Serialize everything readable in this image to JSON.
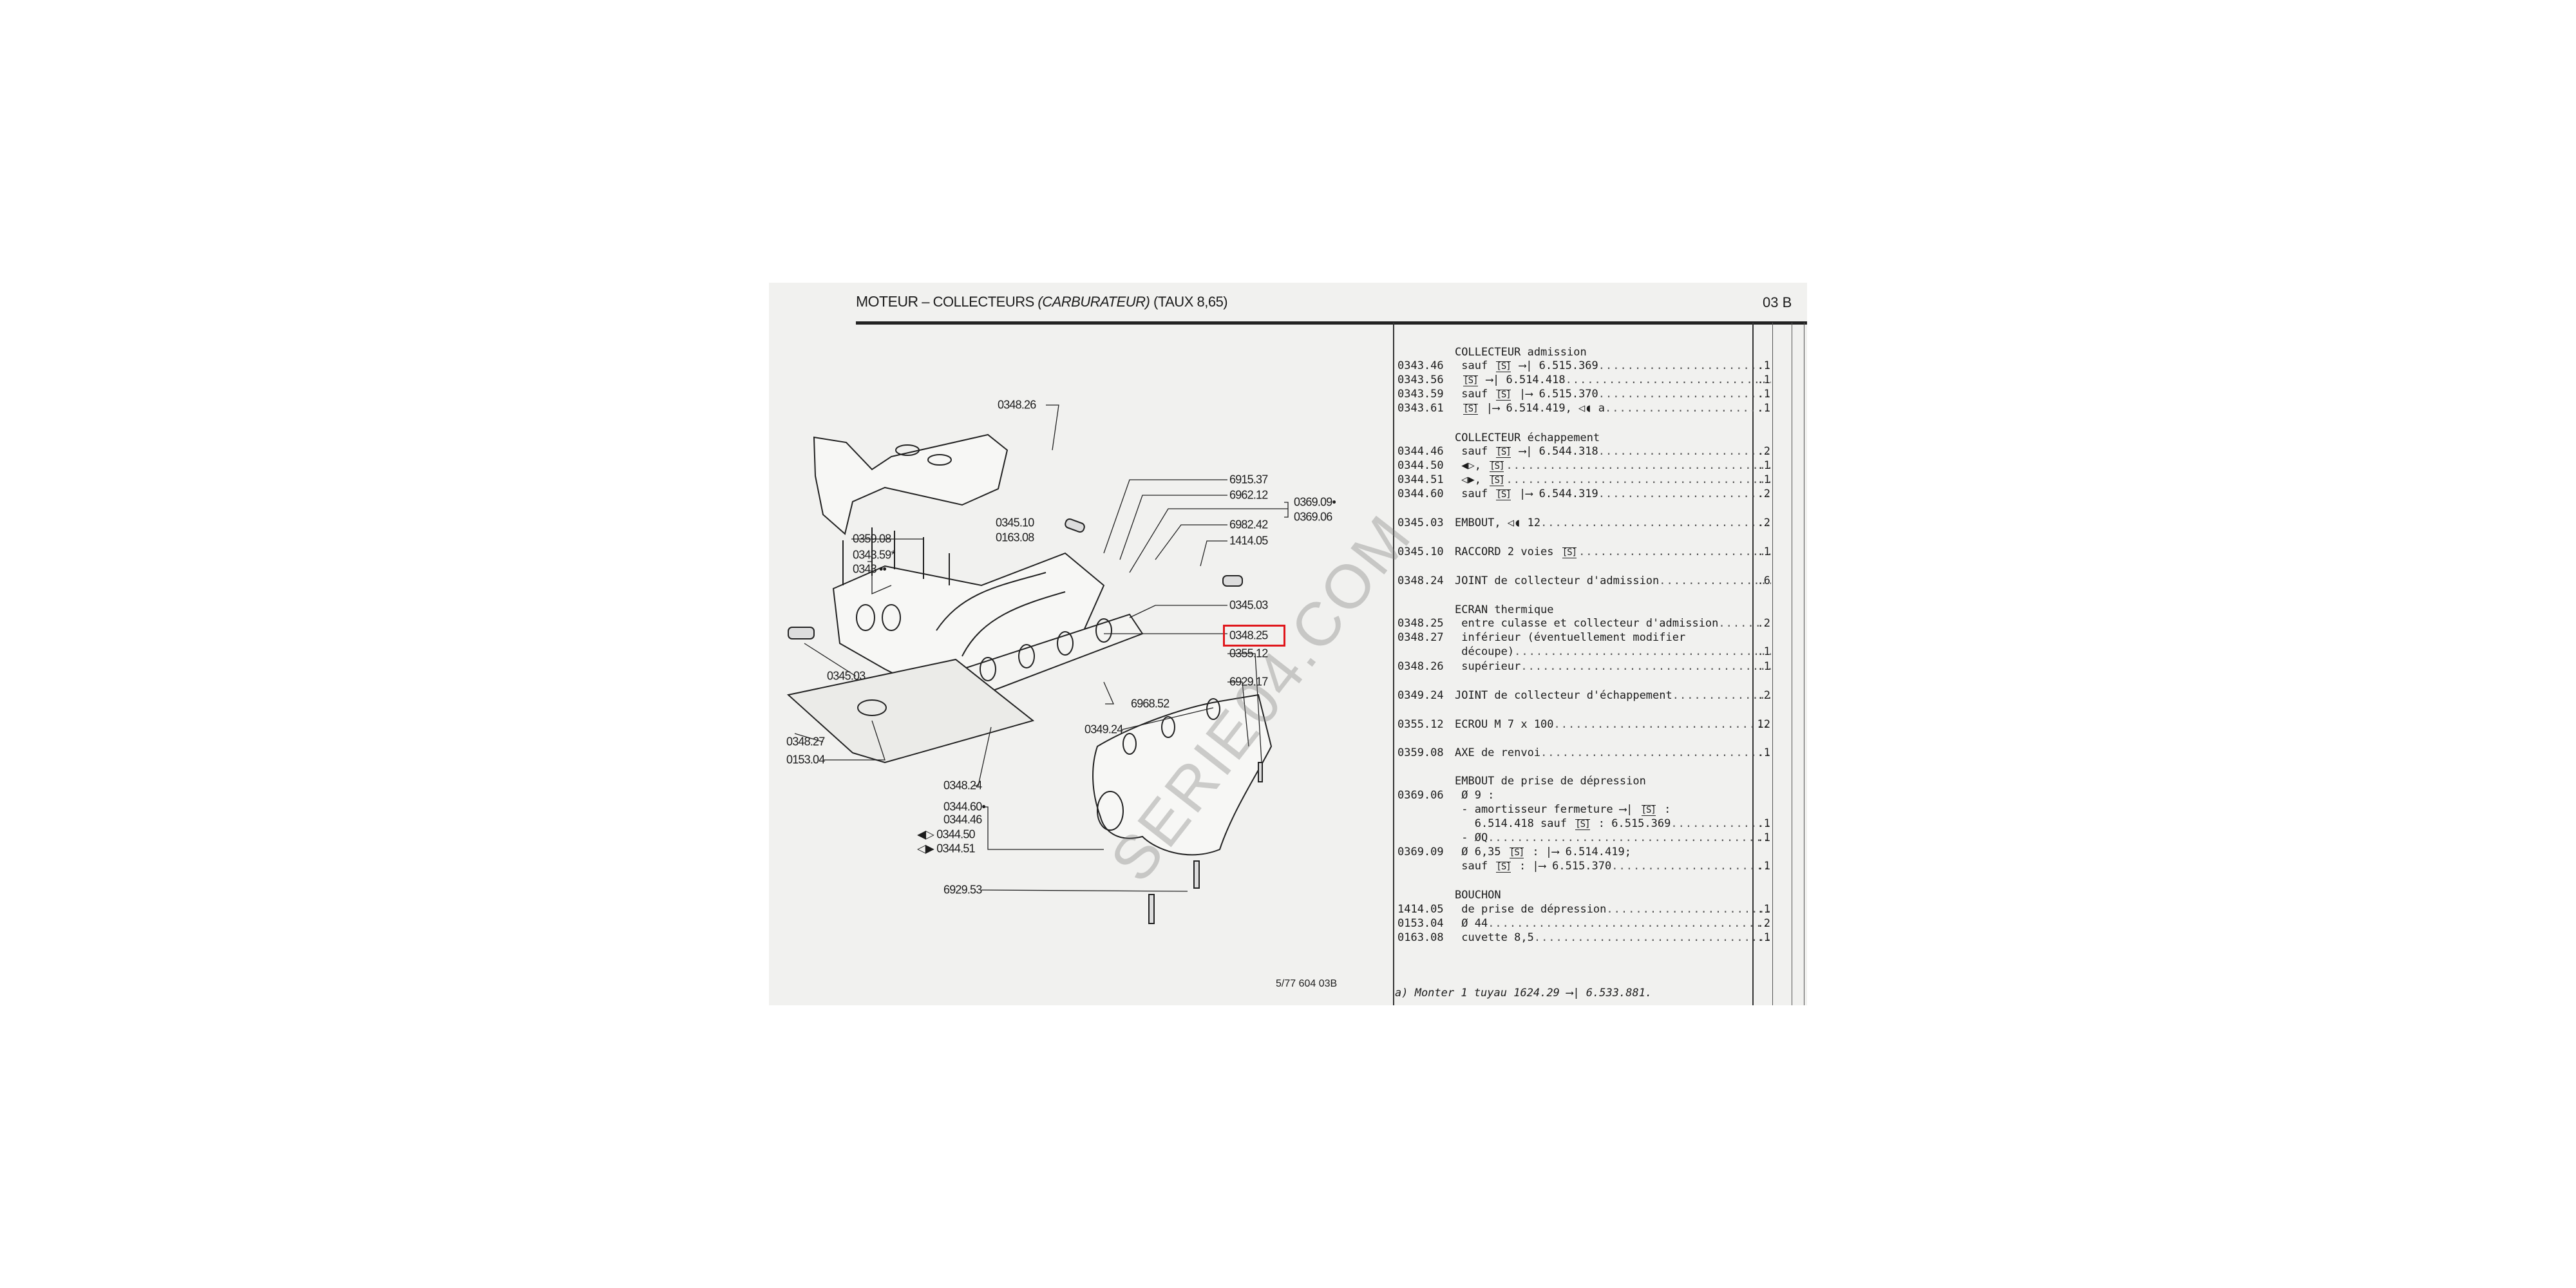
{
  "header": {
    "title_main": "MOTEUR",
    "title_dash": "–",
    "title_sub": "COLLECTEURS",
    "title_italic": "(CARBURATEUR)",
    "title_rate": "(TAUX 8,65)",
    "page_number": "03 B"
  },
  "diagram": {
    "watermark": "SERIE04.COM",
    "reference": "5/77 604  03B",
    "highlight_color": "#e0161b",
    "labels": [
      {
        "text": "0348.26"
      },
      {
        "text": "6915.37"
      },
      {
        "text": "6962.12"
      },
      {
        "text": "0369.09•"
      },
      {
        "text": "0369.06"
      },
      {
        "text": "6982.42"
      },
      {
        "text": "0345.10"
      },
      {
        "text": "0163.08"
      },
      {
        "text": "1414.05"
      },
      {
        "text": "0359.08"
      },
      {
        "text": "0343.59*"
      },
      {
        "text": "0343 ••"
      },
      {
        "text": "0345.03"
      },
      {
        "text": "0348.25"
      },
      {
        "text": "0355.12"
      },
      {
        "text": "6929.17"
      },
      {
        "text": "0345.03"
      },
      {
        "text": "6968.52"
      },
      {
        "text": "0349.24"
      },
      {
        "text": "0348.27"
      },
      {
        "text": "0153.04"
      },
      {
        "text": "0348.24"
      },
      {
        "text": "0344.60•"
      },
      {
        "text": "0344.46"
      },
      {
        "text": "◀▷ 0344.50"
      },
      {
        "text": "◁▶ 0344.51"
      },
      {
        "text": "6929.53"
      }
    ]
  },
  "parts_list": {
    "lines": [
      {
        "code": "",
        "parts": [
          "COLLECTEUR admission"
        ],
        "qty": "",
        "dots": false
      },
      {
        "code": "0343.46",
        "parts": [
          " sauf ",
          "[S]",
          " ⟶| 6.515.369"
        ],
        "qty": ".1",
        "dots": true
      },
      {
        "code": "0343.56",
        "parts": [
          " ",
          "[S]",
          " ⟶| 6.514.418"
        ],
        "qty": ".1",
        "dots": true
      },
      {
        "code": "0343.59",
        "parts": [
          " sauf ",
          "[S]",
          " |⟶ 6.515.370"
        ],
        "qty": ".1",
        "dots": true
      },
      {
        "code": "0343.61",
        "parts": [
          " ",
          "[S]",
          " |⟶ 6.514.419, ◁◖ a"
        ],
        "qty": ".1",
        "dots": true
      },
      {
        "code": "",
        "parts": [
          "COLLECTEUR échappement"
        ],
        "qty": "",
        "dots": false
      },
      {
        "code": "0344.46",
        "parts": [
          " sauf ",
          "[S]",
          " ⟶| 6.544.318"
        ],
        "qty": ".2",
        "dots": true
      },
      {
        "code": "0344.50",
        "parts": [
          " ◀▷, ",
          "[S]"
        ],
        "qty": ".1",
        "dots": true
      },
      {
        "code": "0344.51",
        "parts": [
          " ◁▶, ",
          "[S]"
        ],
        "qty": ".1",
        "dots": true
      },
      {
        "code": "0344.60",
        "parts": [
          " sauf ",
          "[S]",
          " |⟶ 6.544.319"
        ],
        "qty": ".2",
        "dots": true
      },
      {
        "code": "0345.03",
        "parts": [
          "EMBOUT, ◁◖ 12"
        ],
        "qty": ".2",
        "dots": true
      },
      {
        "code": "0345.10",
        "parts": [
          "RACCORD 2 voies ",
          "[S]"
        ],
        "qty": ".1",
        "dots": true
      },
      {
        "code": "0348.24",
        "parts": [
          "JOINT de collecteur d'admission"
        ],
        "qty": ".6",
        "dots": true
      },
      {
        "code": "",
        "parts": [
          "ECRAN thermique"
        ],
        "qty": "",
        "dots": false
      },
      {
        "code": "0348.25",
        "parts": [
          " entre culasse et collecteur d'admission"
        ],
        "qty": ".2",
        "dots": true
      },
      {
        "code": "0348.27",
        "parts": [
          " inférieur (éventuellement modifier"
        ],
        "qty": "",
        "dots": false
      },
      {
        "code": "",
        "parts": [
          " découpe)"
        ],
        "qty": ".1",
        "dots": true
      },
      {
        "code": "0348.26",
        "parts": [
          " supérieur"
        ],
        "qty": ".1",
        "dots": true
      },
      {
        "code": "0349.24",
        "parts": [
          "JOINT de collecteur d'échappement"
        ],
        "qty": ".2",
        "dots": true
      },
      {
        "code": "0355.12",
        "parts": [
          "ECROU M 7 x 100"
        ],
        "qty": "12",
        "dots": true
      },
      {
        "code": "0359.08",
        "parts": [
          "AXE de renvoi"
        ],
        "qty": ".1",
        "dots": true
      },
      {
        "code": "",
        "parts": [
          "EMBOUT de prise de dépression"
        ],
        "qty": "",
        "dots": false
      },
      {
        "code": "0369.06",
        "parts": [
          " Ø 9 :"
        ],
        "qty": "",
        "dots": false
      },
      {
        "code": "",
        "parts": [
          " - amortisseur fermeture ⟶| ",
          "[S]",
          " :"
        ],
        "qty": "",
        "dots": false
      },
      {
        "code": "",
        "parts": [
          "   6.514.418 sauf ",
          "[S]",
          " : 6.515.369"
        ],
        "qty": ".1",
        "dots": true
      },
      {
        "code": "",
        "parts": [
          " - ØQ"
        ],
        "qty": ".1",
        "dots": true
      },
      {
        "code": "0369.09",
        "parts": [
          " Ø 6,35 ",
          "[S]",
          " : |⟶ 6.514.419;"
        ],
        "qty": "",
        "dots": false
      },
      {
        "code": "",
        "parts": [
          " sauf ",
          "[S]",
          " : |⟶ 6.515.370"
        ],
        "qty": ".1",
        "dots": true
      },
      {
        "code": "",
        "parts": [
          "BOUCHON"
        ],
        "qty": "",
        "dots": false
      },
      {
        "code": "1414.05",
        "parts": [
          " de prise de dépression"
        ],
        "qty": ".1",
        "dots": true
      },
      {
        "code": "0153.04",
        "parts": [
          " Ø 44"
        ],
        "qty": ".2",
        "dots": true
      },
      {
        "code": "0163.08",
        "parts": [
          " cuvette 8,5"
        ],
        "qty": ".1",
        "dots": true
      }
    ],
    "footnote": "a) Monter 1 tuyau 1624.29 ⟶| 6.533.881."
  }
}
